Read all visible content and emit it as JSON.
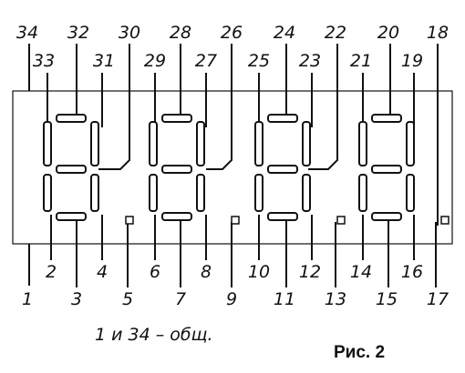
{
  "figure": {
    "pins_top": [
      "34",
      "33",
      "32",
      "31",
      "30",
      "29",
      "28",
      "27",
      "26",
      "25",
      "24",
      "23",
      "22",
      "21",
      "20",
      "19",
      "18"
    ],
    "pins_bottom": [
      "1",
      "2",
      "3",
      "4",
      "5",
      "6",
      "7",
      "8",
      "9",
      "10",
      "11",
      "12",
      "13",
      "14",
      "15",
      "16",
      "17"
    ],
    "caption": "1 и 34 – общ.",
    "figure_label": "Рис. 2"
  }
}
